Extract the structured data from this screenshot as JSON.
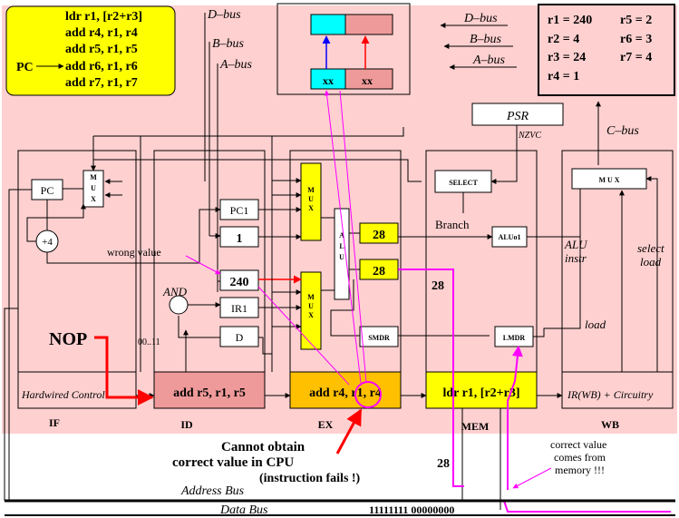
{
  "program": {
    "pc_label": "PC",
    "lines": [
      "ldr r1, [r2+r3]",
      "add r4, r1, r4",
      "add r5, r1, r5",
      "add r6, r1, r6",
      "add r7, r1, r7"
    ],
    "colors": {
      "current": "#ff0000",
      "other": "#0000ff",
      "bg": "#ffff00"
    }
  },
  "registers": {
    "col1": [
      "r1 = 240",
      "r2 = 4",
      "r3 = 24",
      "r4 = 1"
    ],
    "col2": [
      "r5 = 2",
      "r6 = 3",
      "r7 = 4"
    ]
  },
  "buses": {
    "d_bus": "D–bus",
    "b_bus": "B–bus",
    "a_bus": "A–bus",
    "c_bus": "C–bus",
    "address_bus": "Address Bus",
    "data_bus": "Data Bus",
    "data_value": "11111111 00000000"
  },
  "regfile": {
    "cell_left": "xx",
    "cell_right": "xx"
  },
  "psr": {
    "label": "PSR",
    "flags": "NZVC"
  },
  "components": {
    "pc": "PC",
    "plus4": "+4",
    "mux": "MUX",
    "mux_short": "M U X",
    "pc1": "PC1",
    "one": "1",
    "reg240": "240",
    "ir1": "IR1",
    "d": "D",
    "and": "AND",
    "bits": "00..11",
    "alu": "ALU",
    "alu_28a": "28",
    "alu_28b": "28",
    "smdr": "SMDR",
    "select": "SELECT",
    "branch": "Branch",
    "aluo1": "ALUo1",
    "lmdr": "LMDR",
    "alu_instr1": "ALU",
    "alu_instr2": "instr",
    "select_load1": "select",
    "select_load2": "load",
    "load": "load",
    "hw_control": "Hardwired Control"
  },
  "stages": {
    "id_instr": "add r5, r1, r5",
    "ex_instr": "add r4, r1, r4",
    "mem_instr": "ldr r1, [r2+r3]",
    "wb_instr": "IR(WB) + Circuitry",
    "labels": [
      "IF",
      "ID",
      "EX",
      "MEM",
      "WB"
    ]
  },
  "annotations": {
    "nop": "NOP",
    "wrong_value": "wrong value",
    "cannot": [
      "Cannot obtain",
      "correct value in CPU",
      "(instruction fails !)"
    ],
    "correct": [
      "correct value",
      "comes from",
      "memory !!!"
    ],
    "val28_right": "28",
    "val28_left": "28"
  },
  "colors": {
    "pink_bg": "#ffd0d0",
    "yellow": "#ffff00",
    "orange": "#ffc000",
    "salmon": "#ef9a9a",
    "cyan": "#00ffff",
    "magenta": "#ff00ff",
    "red": "#ff0000",
    "blue": "#0000ff"
  }
}
